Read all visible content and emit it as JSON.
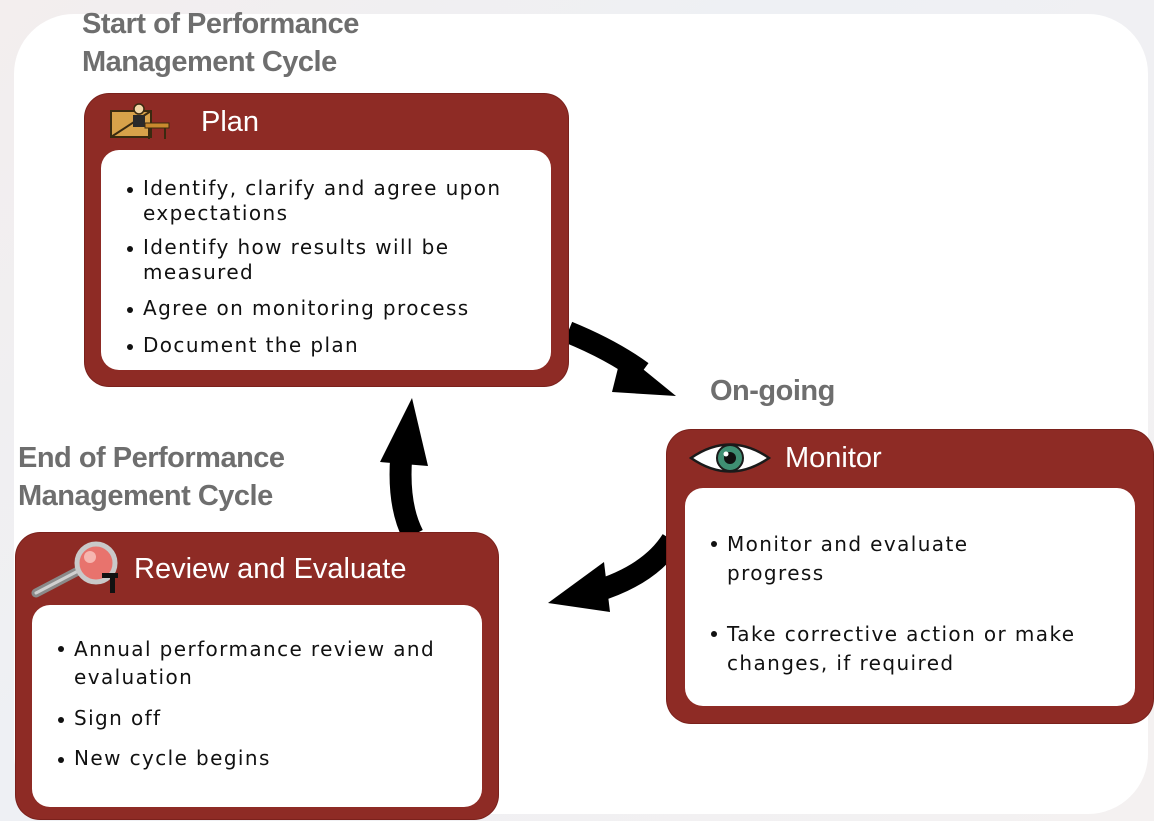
{
  "labels": {
    "start_line1": "Start of Performance",
    "start_line2": "Management Cycle",
    "ongoing": "On-going",
    "end_line1": "End of Performance",
    "end_line2": "Management Cycle"
  },
  "plan": {
    "title": "Plan",
    "icon": "planning-desk-icon",
    "items": [
      "Identify, clarify and agree upon expectations",
      "Identify how results will be measured",
      "Agree on monitoring process",
      "Document the plan"
    ]
  },
  "monitor": {
    "title": "Monitor",
    "icon": "eye-icon",
    "items": [
      "Monitor and evaluate progress",
      "Take corrective action or make changes, if required"
    ]
  },
  "review": {
    "title": "Review and Evaluate",
    "icon": "magnifier-icon",
    "items": [
      "Annual performance review and evaluation",
      "Sign off",
      "New cycle begins"
    ]
  },
  "colors": {
    "card": "#8e2b25",
    "label": "#6e6e6e",
    "arrow": "#000000"
  }
}
